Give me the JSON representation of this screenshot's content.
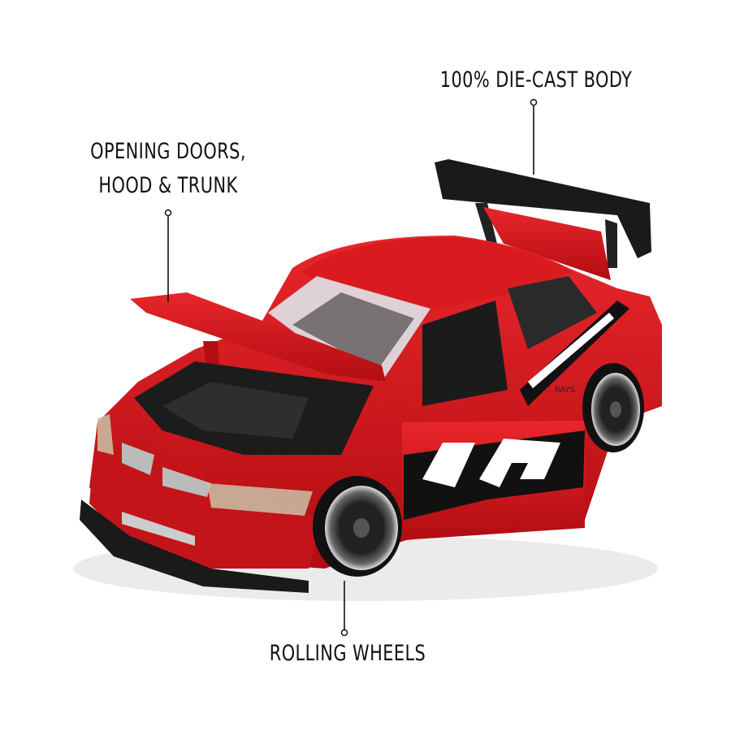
{
  "callouts": {
    "body": "100% DIE-CAST BODY",
    "doors_line1": "OPENING DOORS,",
    "doors_line2": "HOOD & TRUNK",
    "wheels": "ROLLING WHEELS"
  },
  "product": {
    "decal_text": "4R",
    "badge_text": "RAYS"
  },
  "colors": {
    "body": "#d0141a",
    "trim": "#111111",
    "background": "#ffffff"
  }
}
